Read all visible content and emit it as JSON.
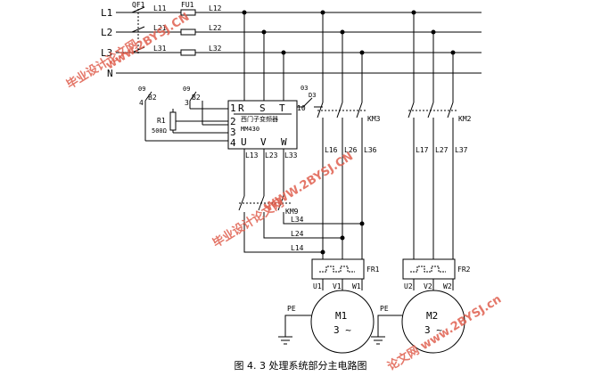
{
  "diagram": {
    "caption": "图 4. 3 处理系统部分主电路图",
    "bus_labels": [
      "L1",
      "L2",
      "L3",
      "N"
    ],
    "breaker": {
      "label": "QF1"
    },
    "fuse": {
      "label": "FU1"
    },
    "line_labels": [
      "L11",
      "L12",
      "L21",
      "L22",
      "L31",
      "L32"
    ],
    "switches": {
      "b2_left": "B2",
      "b2_right": "B2",
      "d3": "D3",
      "prefix_left": "09",
      "prefix_right": "09",
      "prefix_d3": "03"
    },
    "switch_numbers": [
      "4",
      "3"
    ],
    "resistor": {
      "name": "R1",
      "value": "500Ω"
    },
    "inverter": {
      "brand": "西门子变频器",
      "model": "MM430",
      "inputs": [
        "R",
        "S",
        "T"
      ],
      "outputs": [
        "U",
        "V",
        "W"
      ],
      "pins": [
        "1",
        "2",
        "3",
        "4",
        "10"
      ]
    },
    "inverter_out_labels": [
      "L13",
      "L23",
      "L33"
    ],
    "km_labels": [
      "KM3",
      "KM2",
      "KM9"
    ],
    "km3_labels": [
      "L16",
      "L26",
      "L36"
    ],
    "km2_labels": [
      "L17",
      "L27",
      "L37"
    ],
    "bypass_labels": [
      "L34",
      "L24",
      "L14"
    ],
    "overload": {
      "left": "FR1",
      "right": "FR2"
    },
    "terminals_left": [
      "U1",
      "V1",
      "W1"
    ],
    "terminals_right": [
      "U2",
      "V2",
      "W2"
    ],
    "motors": [
      {
        "name": "M1",
        "phase": "3 ~"
      },
      {
        "name": "M2",
        "phase": "3 ~"
      }
    ],
    "pe_labels": [
      "PE",
      "PE"
    ],
    "watermarks": [
      "毕业设计论文网",
      "www.2BYSJ.CN",
      "毕业设计论文网",
      "WWW.2BYSJ.CN",
      "论文网 www.2BYSJ.cn"
    ]
  }
}
